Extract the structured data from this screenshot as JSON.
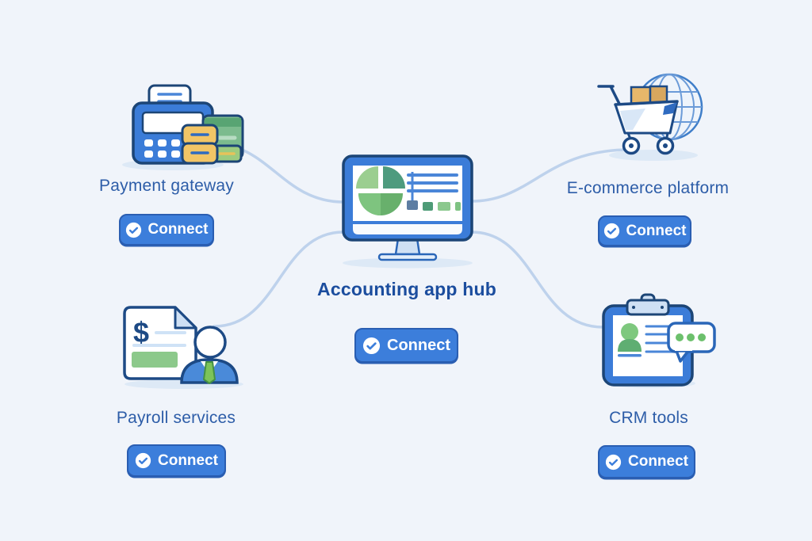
{
  "hub": {
    "label": "Accounting app hub",
    "icon": "monitor-analytics-icon",
    "connect": {
      "label": "Connect",
      "icon": "check-circle-icon"
    }
  },
  "nodes": [
    {
      "id": "payment-gateway",
      "label": "Payment gateway",
      "icon": "pos-terminal-cards-icon",
      "connect": {
        "label": "Connect",
        "icon": "check-circle-icon"
      }
    },
    {
      "id": "ecommerce-platform",
      "label": "E-commerce platform",
      "icon": "shopping-cart-globe-icon",
      "connect": {
        "label": "Connect",
        "icon": "check-circle-icon"
      }
    },
    {
      "id": "payroll-services",
      "label": "Payroll services",
      "icon": "payroll-document-person-icon",
      "currency_symbol": "$",
      "connect": {
        "label": "Connect",
        "icon": "check-circle-icon"
      }
    },
    {
      "id": "crm-tools",
      "label": "CRM tools",
      "icon": "clipboard-contact-chat-icon",
      "connect": {
        "label": "Connect",
        "icon": "check-circle-icon"
      }
    }
  ],
  "colors": {
    "background": "#f0f4fa",
    "connector_line": "#bed2ec",
    "button_fill": "#3c7edb",
    "button_border": "#2a5eb2",
    "button_text": "#ffffff",
    "node_label_text": "#2d5da8",
    "hub_label_text": "#1b4d9e",
    "illustration_blue": "#3b7cd8",
    "illustration_outline": "#1c4576",
    "illustration_green": "#6db36f",
    "shadow": "#dde9f6"
  }
}
